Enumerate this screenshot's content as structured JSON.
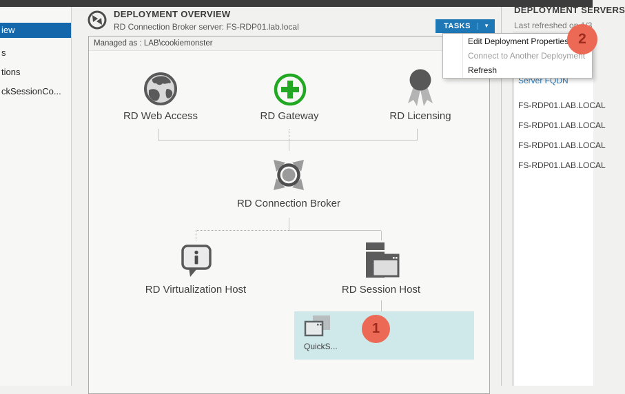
{
  "sidebar": {
    "items": [
      {
        "label": "iew",
        "selected": true
      },
      {
        "label": "s",
        "selected": false
      },
      {
        "label": "tions",
        "selected": false
      },
      {
        "label": "ckSessionCo...",
        "selected": false
      }
    ]
  },
  "overview": {
    "title": "DEPLOYMENT OVERVIEW",
    "subtitle": "RD Connection Broker server: FS-RDP01.lab.local",
    "managed_as": "Managed as : LAB\\cookiemonster",
    "tasks_button": "TASKS",
    "tasks_caret": "▼"
  },
  "tasks_menu": {
    "items": [
      {
        "label": "Edit Deployment Properties",
        "enabled": true
      },
      {
        "label": "Connect to Another Deployment",
        "enabled": false
      },
      {
        "label": "Refresh",
        "enabled": true
      }
    ]
  },
  "diagram": {
    "nodes": [
      {
        "label": "RD Web Access",
        "icon": "globe-icon"
      },
      {
        "label": "RD Gateway",
        "icon": "green-plus-icon"
      },
      {
        "label": "RD Licensing",
        "icon": "ribbon-award-icon"
      },
      {
        "label": "RD Connection Broker",
        "icon": "broker-arrows-icon"
      },
      {
        "label": "RD Virtualization Host",
        "icon": "info-bubble-icon"
      },
      {
        "label": "RD Session Host",
        "icon": "server-window-icon"
      }
    ],
    "collection_tile": {
      "label": "QuickS...",
      "icon": "session-collection-icon",
      "highlight_color": "#cfe9ea"
    }
  },
  "deployment_servers": {
    "title": "DEPLOYMENT SERVERS",
    "last_refreshed": "Last refreshed on 1/3",
    "column_header": "Server FQDN",
    "rows": [
      "FS-RDP01.LAB.LOCAL",
      "FS-RDP01.LAB.LOCAL",
      "FS-RDP01.LAB.LOCAL",
      "FS-RDP01.LAB.LOCAL"
    ]
  },
  "annotations": {
    "step1": "1",
    "step2": "2"
  },
  "colors": {
    "accent_blue": "#1e78b6",
    "selected_blue": "#1467ab",
    "link_blue": "#2b7bb9",
    "green": "#22a822",
    "tile_cyan": "#cfe9ea",
    "badge_red": "#ec6a55",
    "badge_number": "#9e2b1f"
  }
}
